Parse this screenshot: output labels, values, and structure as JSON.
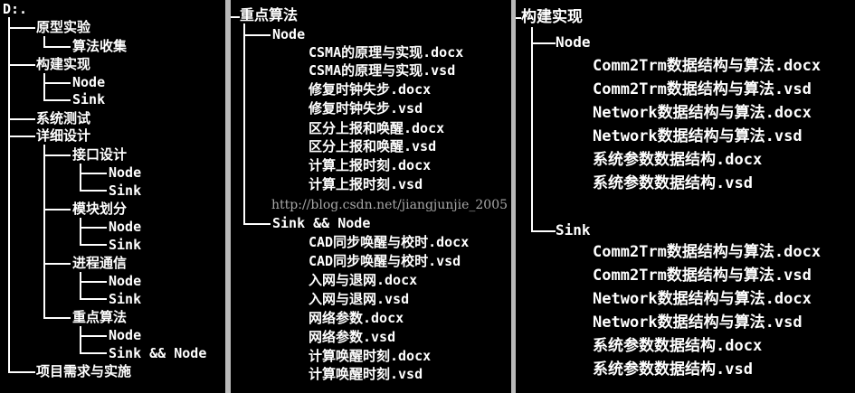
{
  "left_tree": {
    "root": "D:.",
    "items": [
      "原型实验",
      "算法收集",
      "构建实现",
      "Node",
      "Sink",
      "系统测试",
      "详细设计",
      "接口设计",
      "Node",
      "Sink",
      "模块划分",
      "Node",
      "Sink",
      "进程通信",
      "Node",
      "Sink",
      "重点算法",
      "Node",
      "Sink && Node",
      "项目需求与实施"
    ]
  },
  "middle_tree": {
    "root": "重点算法",
    "node_label": "Node",
    "node_files": [
      "CSMA的原理与实现.docx",
      "CSMA的原理与实现.vsd",
      "修复时钟失步.docx",
      "修复时钟失步.vsd",
      "区分上报和唤醒.docx",
      "区分上报和唤醒.vsd",
      "计算上报时刻.docx",
      "计算上报时刻.vsd"
    ],
    "sink_label": "Sink && Node",
    "sink_files": [
      "CAD同步唤醒与校时.docx",
      "CAD同步唤醒与校时.vsd",
      "入网与退网.docx",
      "入网与退网.vsd",
      "网络参数.docx",
      "网络参数.vsd",
      "计算唤醒时刻.docx",
      "计算唤醒时刻.vsd"
    ]
  },
  "right_tree": {
    "root": "构建实现",
    "node_label": "Node",
    "node_files": [
      "Comm2Trm数据结构与算法.docx",
      "Comm2Trm数据结构与算法.vsd",
      "Network数据结构与算法.docx",
      "Network数据结构与算法.vsd",
      "系统参数数据结构.docx",
      "系统参数数据结构.vsd"
    ],
    "sink_label": "Sink",
    "sink_files": [
      "Comm2Trm数据结构与算法.docx",
      "Comm2Trm数据结构与算法.vsd",
      "Network数据结构与算法.docx",
      "Network数据结构与算法.vsd",
      "系统参数数据结构.docx",
      "系统参数数据结构.vsd"
    ]
  },
  "watermark": "http://blog.csdn.net/jiangjunjie_2005"
}
